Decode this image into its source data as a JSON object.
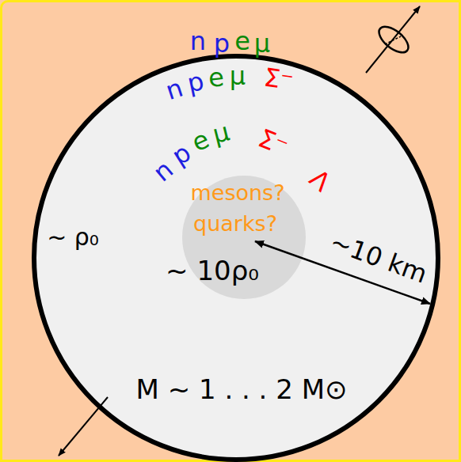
{
  "diagram": {
    "nodes": [
      {
        "text": [
          "~ ρ₀",
          "M ~ 1 . . . 2 M⊙"
        ]
      },
      {
        "text": [
          "mesons?",
          "quarks?",
          "~ 10ρ₀"
        ],
        "in": 0
      }
    ],
    "labels": [
      "n",
      "p",
      "e",
      "μ",
      "n",
      "p",
      "e",
      "μ",
      "Σ⁻",
      "n",
      "p",
      "e",
      "μ",
      "Σ⁻",
      "Λ",
      "~10 km"
    ]
  }
}
